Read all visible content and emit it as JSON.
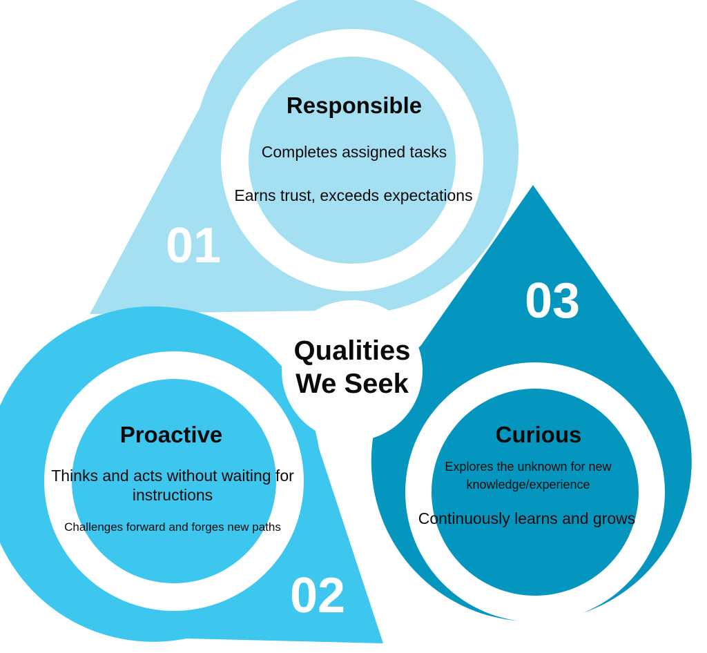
{
  "center": {
    "line1": "Qualities",
    "line2": "We Seek"
  },
  "items": [
    {
      "number": "01",
      "title": "Responsible",
      "lines": [
        "Completes assigned tasks",
        "Earns trust, exceeds expectations"
      ],
      "color": "#a5e0f2"
    },
    {
      "number": "02",
      "title": "Proactive",
      "lines": [
        "Thinks and acts without waiting for",
        "instructions",
        "Challenges forward and forges new paths"
      ],
      "color": "#3ec7ee"
    },
    {
      "number": "03",
      "title": "Curious",
      "lines": [
        "Explores the unknown for new",
        "knowledge/experience",
        "Continuously learns and grows"
      ],
      "color": "#0596bf"
    }
  ]
}
